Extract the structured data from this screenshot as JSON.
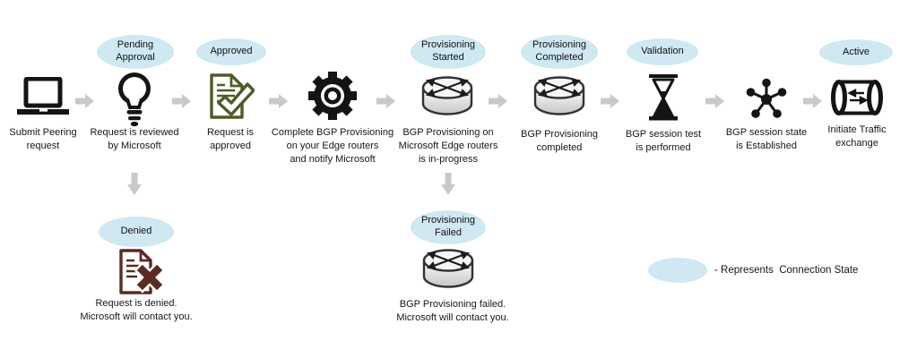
{
  "states": {
    "pending_approval": "Pending\nApproval",
    "approved": "Approved",
    "provisioning_started": "Provisioning\nStarted",
    "provisioning_completed": "Provisioning\nCompleted",
    "validation": "Validation",
    "active": "Active",
    "denied": "Denied",
    "provisioning_failed": "Provisioning\nFailed"
  },
  "steps": {
    "submit": "Submit Peering\nrequest",
    "review": "Request is reviewed\nby Microsoft",
    "approved": "Request is\napproved",
    "complete_bgp": "Complete BGP Provisioning\non your Edge routers\nand notify Microsoft",
    "bgp_inprogress": "BGP Provisioning on\nMicrosoft Edge routers\nis in-progress",
    "bgp_completed": "BGP Provisioning\ncompleted",
    "session_test": "BGP session test\nis performed",
    "session_established": "BGP session state\nis Established",
    "traffic": "Initiate Traffic\nexchange",
    "denied_note": "Request is denied.\nMicrosoft will contact you.",
    "failed_note": "BGP Provisioning failed.\nMicrosoft will contact you."
  },
  "legend": {
    "label": "- Represents  Connection State"
  },
  "icons": {
    "submit": "laptop-icon",
    "review": "lightbulb-icon",
    "approved": "approved-document-check-icon",
    "complete_bgp": "gear-icon",
    "bgp_inprogress": "router-icon",
    "bgp_completed": "router-icon",
    "session_test": "hourglass-icon",
    "session_established": "network-hub-icon",
    "traffic": "tunnel-exchange-icon",
    "denied": "denied-document-x-icon",
    "failed": "router-icon",
    "flow": "right-arrow-icon",
    "branch": "down-arrow-icon"
  },
  "colors": {
    "state_badge_fill": "#cfe8f2",
    "flow_arrow": "#c9c9c9",
    "approved_green": "#4e5c28",
    "denied_maroon": "#5a2a23",
    "icon_black": "#141414"
  }
}
